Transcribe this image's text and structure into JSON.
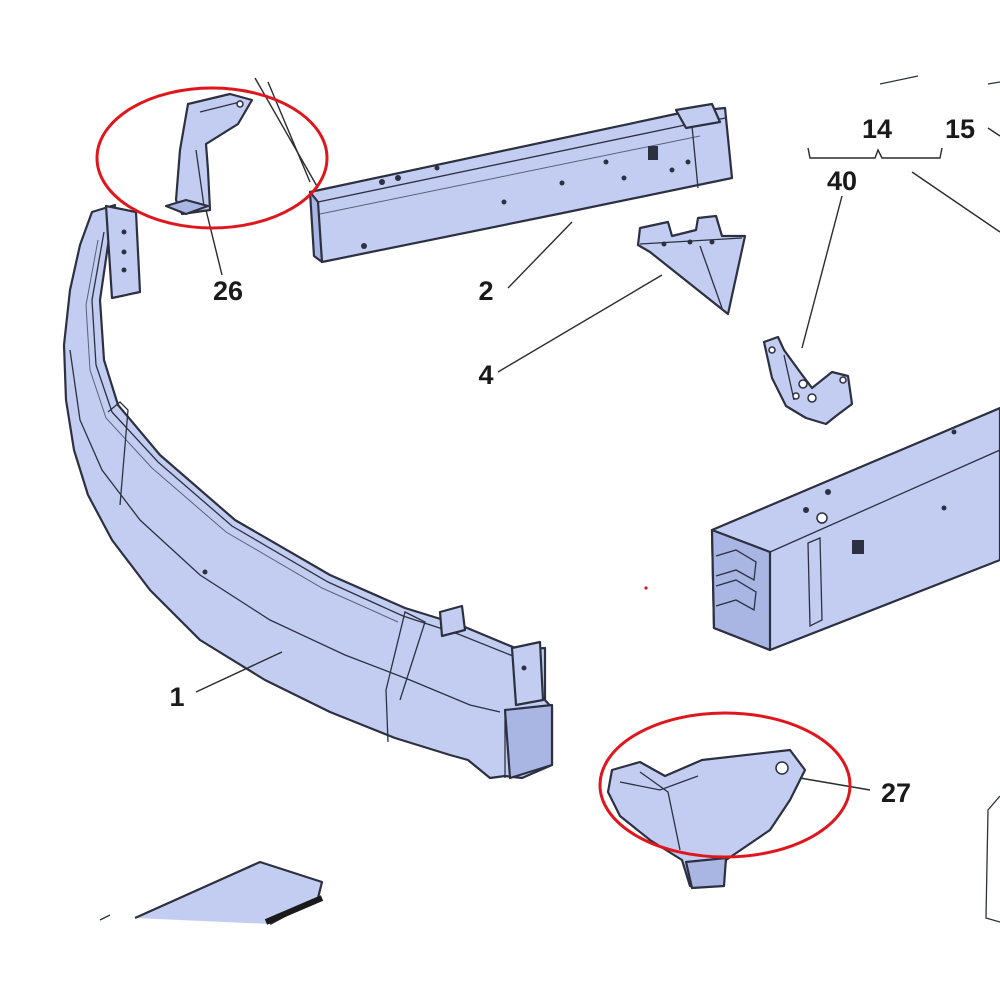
{
  "labels": {
    "p1": "1",
    "p2": "2",
    "p4": "4",
    "p14": "14",
    "p15": "15",
    "p26": "26",
    "p27": "27",
    "p40": "40"
  },
  "colors": {
    "part_fill": "#c3cdf1",
    "outline": "#2c3040",
    "callout": "#e0161d"
  }
}
